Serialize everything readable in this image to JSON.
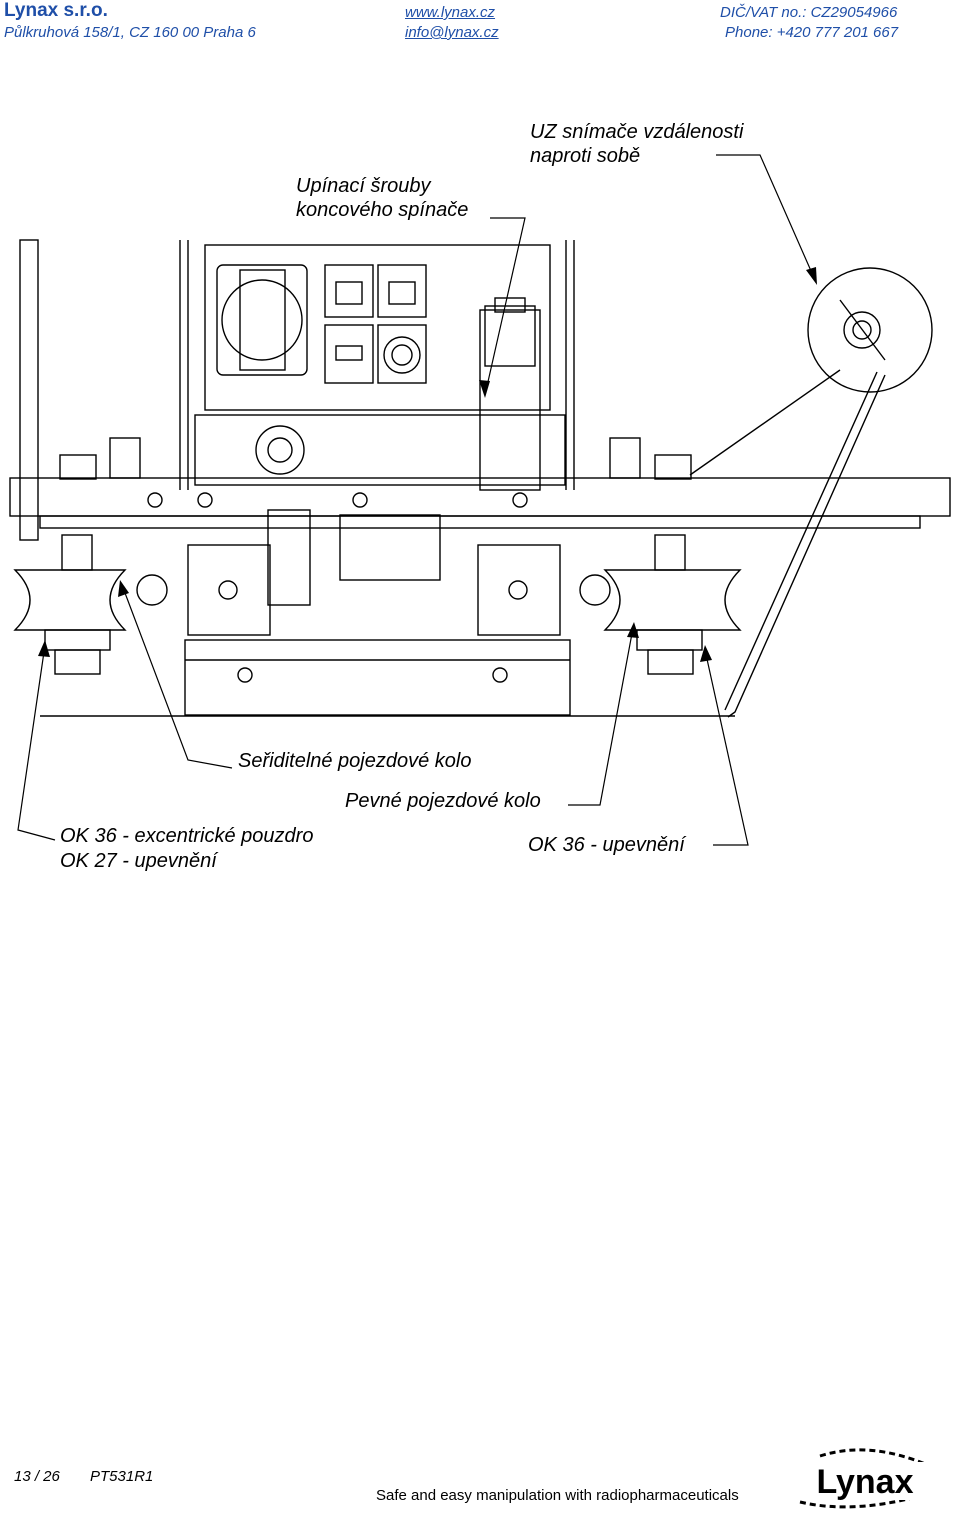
{
  "header": {
    "company": "Lynax s.r.o.",
    "address": "Půlkruhová 158/1, CZ 160 00 Praha 6",
    "web": "www.lynax.cz",
    "email": "info@lynax.cz",
    "vat": "DIČ/VAT no.: CZ29054966",
    "phone": "Phone: +420 777 201 667"
  },
  "drawing": {
    "labels": {
      "clamp_line1": "Upínací šrouby",
      "clamp_line2": "koncového spínače",
      "sensor_line1": "UZ snímače vzdálenosti",
      "sensor_line2": "naproti sobě",
      "adjustable_wheel": "Seřiditelné pojezdové kolo",
      "fixed_wheel": "Pevné pojezdové kolo",
      "ok36_eccentric": "OK 36 - excentrické pouzdro",
      "ok27_mount": "OK 27 - upevnění",
      "ok36_mount": "OK 36 - upevnění"
    }
  },
  "footer": {
    "page": "13 / 26",
    "doc_id": "PT531R1",
    "tagline": "Safe and easy manipulation with radiopharmaceuticals",
    "logo_text": "Lynax"
  },
  "colors": {
    "brand_blue": "#1f4fa8",
    "ink": "#000000"
  }
}
